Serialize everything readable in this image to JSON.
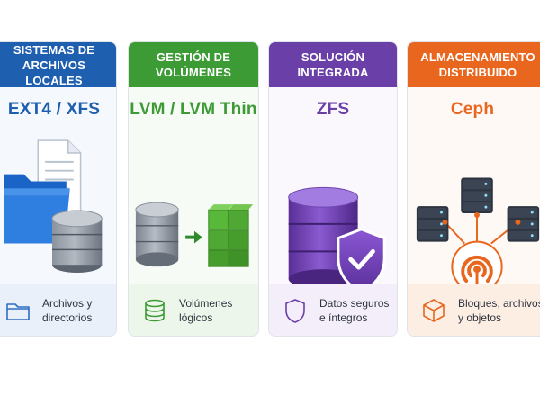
{
  "cards": [
    {
      "header": [
        "SISTEMAS DE",
        "ARCHIVOS LOCALES"
      ],
      "tech": "EXT4 / XFS",
      "footer": [
        "Archivos y",
        "directorios"
      ],
      "color": "#1f5fb0",
      "icon": "folder-icon"
    },
    {
      "header": [
        "GESTIÓN DE",
        "VOLÚMENES"
      ],
      "tech": "LVM / LVM Thin",
      "footer": [
        "Volúmenes",
        "lógicos"
      ],
      "color": "#3d9b35",
      "icon": "database-icon"
    },
    {
      "header": [
        "SOLUCIÓN",
        "INTEGRADA"
      ],
      "tech": "ZFS",
      "footer": [
        "Datos seguros",
        "e íntegros"
      ],
      "color": "#6a3fa8",
      "icon": "shield-icon"
    },
    {
      "header": [
        "ALMACENAMIENTO",
        "DISTRIBUIDO"
      ],
      "tech": "Ceph",
      "footer": [
        "Bloques, archivos",
        "y objetos"
      ],
      "color": "#e8661d",
      "icon": "cube-icon"
    }
  ]
}
